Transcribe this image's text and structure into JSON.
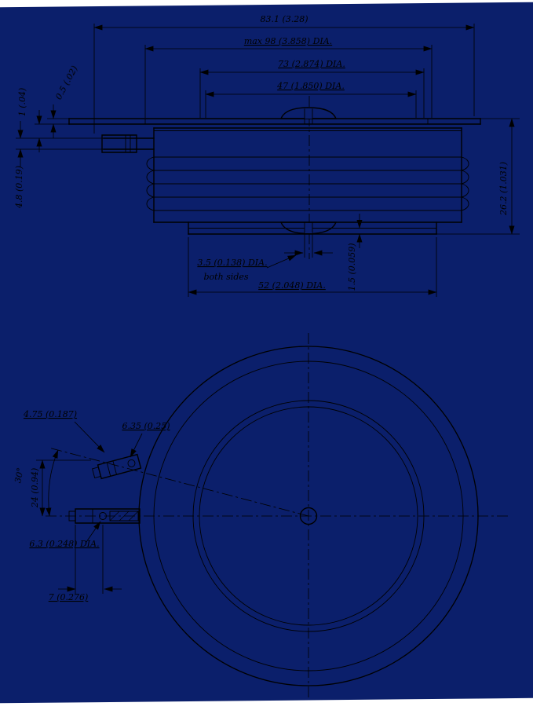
{
  "colors": {
    "background": "#0b1f6b",
    "paper": "#ffffff",
    "ink": "#000000"
  },
  "side_view": {
    "dim_overall": "83.1 (3.28)",
    "dim_max_dia": "max 98 (3.858) DIA.",
    "dim_pole_dia": "73 (2.874) DIA.",
    "dim_gate_dia": "47 (1.850) DIA.",
    "dim_plate_thk": "0.5 (.02)",
    "dim_gap": "1 (.04)",
    "dim_lead_thk": "4.8 (0.19)",
    "dim_height": "26.2 (1.031)",
    "dim_gate_hole": "3.5 (0.138) DIA.",
    "dim_gate_hole_note": "both sides",
    "dim_recess": "1.5 (0.059)",
    "dim_seat_dia": "52 (2.048) DIA."
  },
  "bottom_view": {
    "dim_term_width": "4.75 (0.187)",
    "dim_term_len": "6.35 (0.25)",
    "dim_angle": "30°",
    "dim_offset": "24 (0.94)",
    "dim_lead_dia": "6.3 (0.248) DIA.",
    "dim_proj": "7 (0.276)"
  }
}
